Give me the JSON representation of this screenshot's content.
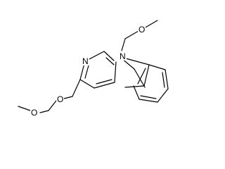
{
  "molecule": {
    "atoms": {
      "N9": "N",
      "N2": "N",
      "O_nmethoxy": "O",
      "O_ether": "O",
      "O_methoxy": "O"
    }
  },
  "colors": {
    "bond": "#000000",
    "background": "#ffffff"
  }
}
